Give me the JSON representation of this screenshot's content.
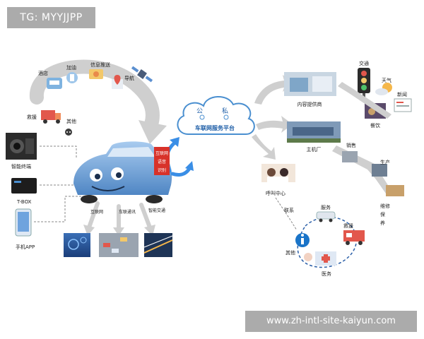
{
  "watermarks": {
    "top_left": "TG: MYYJJPP",
    "bottom_right": "www.zh-intl-site-kaiyun.com"
  },
  "cloud": {
    "public_label": "公",
    "private_label": "私",
    "platform_label": "车联网服务平台"
  },
  "internet_voice": [
    "互联网",
    "语音",
    "识别"
  ],
  "left_services": {
    "hotel": "酒店",
    "gas": "加油",
    "info": "信息推送",
    "navigation": "导航",
    "rescue": "救援",
    "other": "其他"
  },
  "devices": {
    "dashcam": "智能终端",
    "tbox": "T-BOX",
    "phone": "手机APP"
  },
  "bottom_outputs": {
    "internet": "互联网",
    "car_network": "车联通讯",
    "traffic": "智能交通"
  },
  "right_top": {
    "content": "内容提供商",
    "traffic": "交通",
    "weather": "天气",
    "news": "新闻",
    "dining": "餐饮"
  },
  "right_middle": {
    "oem": "主机厂",
    "sales": "销售",
    "production": "生产",
    "maintenance": "维修保养"
  },
  "right_bottom": {
    "call_center": "呼叫中心",
    "contact": "联系",
    "service": "服务",
    "rescue": "救援",
    "other": "其他",
    "medical": "医务"
  },
  "colors": {
    "arrow": "#c9c9c9",
    "car": "#6a9fd4",
    "cloud_stroke": "#4a8fd0",
    "platform_text": "#1f5fa8",
    "voice_bg": "#d8322a",
    "info_blue": "#1a74c8"
  }
}
